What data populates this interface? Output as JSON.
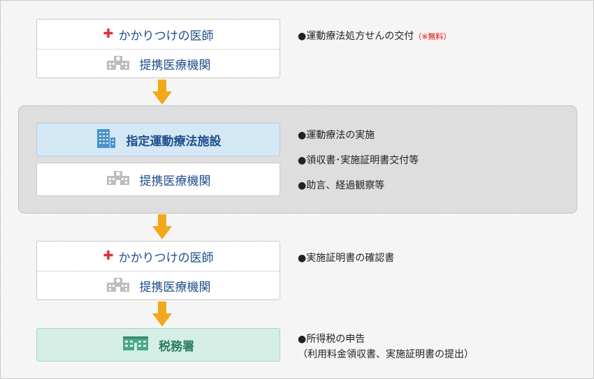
{
  "step1": {
    "doctor_label": "かかりつけの医師",
    "facility_label": "提携医療機関",
    "description": "●運動療法処方せんの交付",
    "note": "（※無料）"
  },
  "step2": {
    "designated_label": "指定運動療法施設",
    "facility_label": "提携医療機関",
    "descriptions": [
      "●運動療法の実施",
      "●領収書･実施証明書交付等",
      "●助言、経過観察等"
    ]
  },
  "step3": {
    "doctor_label": "かかりつけの医師",
    "facility_label": "提携医療機関",
    "description": "●実施証明書の確認書"
  },
  "step4": {
    "tax_office_label": "税務署",
    "description_line1": "●所得税の申告",
    "description_line2": "（利用料金領収書、実施証明書の提出）"
  },
  "colors": {
    "arrow": "#f3a81c",
    "label_blue": "#1f4f8c",
    "label_green": "#2c7b63",
    "cross_red": "#d8333d",
    "highlight_blue": "#d5e8f5",
    "highlight_green": "#d6efe6"
  }
}
